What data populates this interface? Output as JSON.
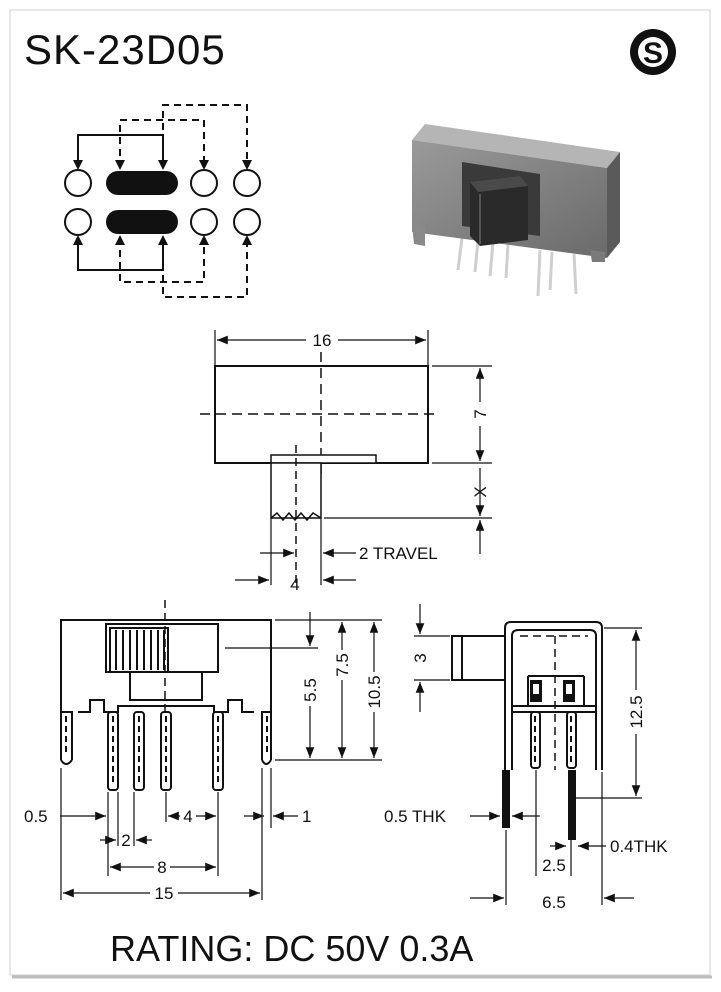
{
  "title": "SK-23D05",
  "logo_letter": "S",
  "rating": "RATING: DC 50V 0.3A",
  "dimensions": {
    "top_width": "16",
    "top_height": "7",
    "actuator_x": "X",
    "travel": "2 TRAVEL",
    "actuator_width": "4",
    "front_5_5": "5.5",
    "front_7_5": "7.5",
    "front_10_5": "10.5",
    "pin_offset": "0.5",
    "pin_pitch": "2",
    "pin_spacing": "4",
    "edge_gap": "1",
    "span_8": "8",
    "span_15": "15",
    "side_3": "3",
    "side_12_5": "12.5",
    "thk_left": "0.5 THK",
    "thk_right": "0.4THK",
    "side_2_5": "2.5",
    "side_6_5": "6.5"
  }
}
